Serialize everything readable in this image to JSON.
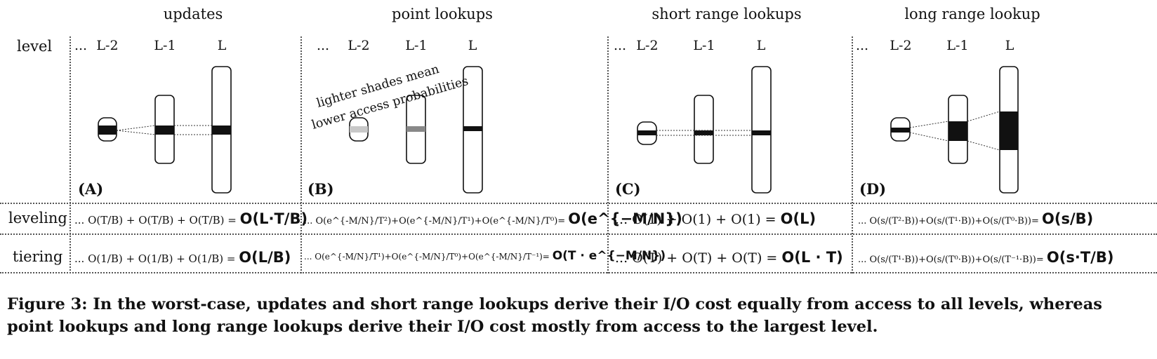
{
  "columns": [
    {
      "title": "updates",
      "letter": "(A)"
    },
    {
      "title": "point lookups",
      "letter": "(B)"
    },
    {
      "title": "short range lookups",
      "letter": "(C)"
    },
    {
      "title": "long range lookup",
      "letter": "(D)"
    }
  ],
  "level_label": "level",
  "level_names": {
    "dots": "...",
    "l2": "L-2",
    "l1": "L-1",
    "l": "L"
  },
  "annotation": {
    "line1": "lighter shades mean",
    "line2": "lower access probabilities"
  },
  "row_labels": {
    "leveling": "leveling",
    "tiering": "tiering"
  },
  "formulas": {
    "leveling": [
      "... O(T/B)  +  O(T/B)  +  O(T/B)  = ",
      "... O(e^{-M/N}/T²)+O(e^{-M/N}/T¹)+O(e^{-M/N}/T⁰)= ",
      "... O(1)  +   O(1)  +   O(1) = ",
      "... O(s/(T²·B))+O(s/(T¹·B))+O(s/(T⁰·B))= "
    ],
    "leveling_result": [
      "O(L·T/B)",
      "O(e^{−M/N})",
      "O(L)",
      "O(s/B)"
    ],
    "tiering": [
      "... O(1/B)  +  O(1/B)  +  O(1/B)  = ",
      "... O(e^{-M/N}/T¹)+O(e^{-M/N}/T⁰)+O(e^{-M/N}/T⁻¹)= ",
      "... O(T)  +   O(T)  +   O(T) = ",
      "... O(s/(T¹·B))+O(s/(T⁰·B))+O(s/(T⁻¹·B))= "
    ],
    "tiering_result": [
      "O(L/B)",
      "O(T · e^{−M/N})",
      "O(L · T)",
      "O(s·T/B)"
    ]
  },
  "caption": "Figure 3: In the worst-case, updates and short range lookups derive their I/O cost equally from access to all levels, whereas point lookups and long range lookups derive their I/O cost mostly from access to the largest level."
}
